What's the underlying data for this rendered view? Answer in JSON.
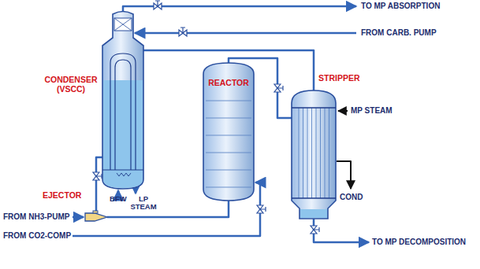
{
  "diagram": {
    "nodes": [
      {
        "text": [
          "CONDENSER (VSCC)"
        ]
      },
      {
        "text": [
          "REACTOR"
        ]
      },
      {
        "text": [
          "STRIPPER"
        ]
      },
      {
        "text": [
          "EJECTOR"
        ]
      }
    ],
    "edges": [
      {
        "from": 1,
        "to": 2,
        "arrow": "none"
      },
      {
        "from": 2,
        "to": 0,
        "arrow": "none"
      },
      {
        "from": 0,
        "to": 3,
        "arrow": "none"
      },
      {
        "from": 3,
        "to": 1,
        "arrow": "none"
      }
    ],
    "labels": [
      "TO MP ABSORPTION",
      "FROM CARB. PUMP",
      "BFW",
      "LP STEAM",
      "MP STEAM",
      "COND",
      "FROM NH3-PUMP",
      "FROM CO2-COMP",
      "TO MP DECOMPOSITION"
    ]
  }
}
